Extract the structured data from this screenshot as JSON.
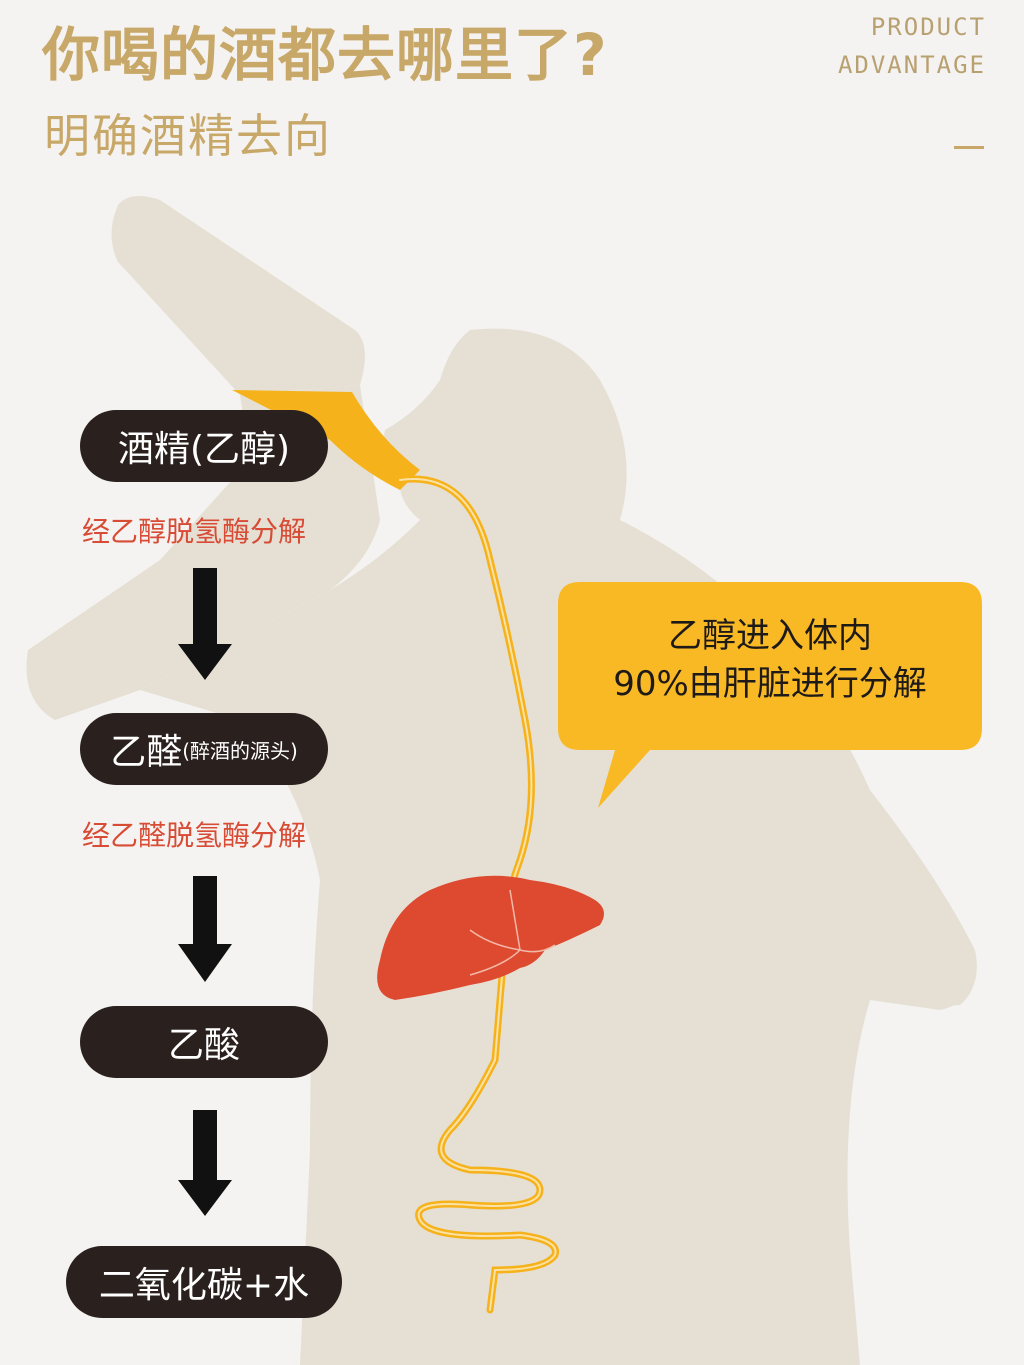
{
  "header": {
    "title": "你喝的酒都去哪里了?",
    "subtitle": "明确酒精去向",
    "tag_line1": "PRODUCT",
    "tag_line2": "ADVANTAGE"
  },
  "steps": [
    {
      "label": "酒精(乙醇)",
      "note": ""
    },
    {
      "label": "乙醛",
      "note": "(醉酒的源头)"
    },
    {
      "label": "乙酸",
      "note": ""
    },
    {
      "label": "二氧化碳+水",
      "note": ""
    }
  ],
  "enzymes": [
    "经乙醇脱氢酶分解",
    "经乙醛脱氢酶分解"
  ],
  "callout": {
    "line1": "乙醇进入体内",
    "line2": "90%由肝脏进行分解"
  },
  "colors": {
    "accent_gold": "#c8a868",
    "silhouette": "#e6e0d4",
    "flow": "#f6b21b",
    "pill_bg": "#2a201e",
    "enzyme_text": "#d84b34",
    "liver": "#dd4a30",
    "callout_bg": "#f8b925"
  }
}
